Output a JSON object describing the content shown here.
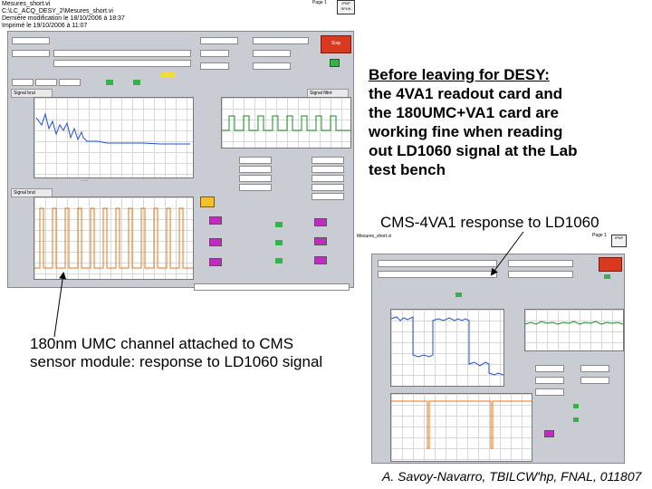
{
  "main_window": {
    "title": "Mesures_short.vi",
    "path": "C:\\LC_ACQ_DESY_2\\Mesures_short.vi",
    "modified": "Dernière modification le 18/10/2006 à 18:37",
    "printed": "Imprimé le 19/10/2006 à 11:07",
    "page": "Page 1",
    "stamp": "IPNP SPUN",
    "stop_button": "Stop",
    "chart1_title": "Signal brut",
    "chart2_title": "Signal filtré",
    "chart3_title": "Signal brut",
    "chart1_color": "#1f4fd8",
    "chart2_color": "#1b8a2a",
    "chart3_color": "#e8751a"
  },
  "secondary_window": {
    "title": "Mesures_short.vi",
    "page": "Page 1",
    "stamp": "IPNP",
    "chart1_color": "#1f4fd8",
    "chart2_color": "#1b8a2a",
    "chart3_color": "#e8751a"
  },
  "annotations": {
    "desy_heading": "Before leaving for DESY:",
    "desy_body": [
      "the 4VA1 readout card  and",
      "the 180UMC+VA1 card are",
      "working fine when reading",
      "out LD1060 signal at the Lab",
      "test bench"
    ],
    "cms_label": "CMS-4VA1 response to LD1060",
    "umc_label_line1": "180nm UMC channel attached to CMS",
    "umc_label_line2": "sensor module: response to LD1060 signal",
    "credit": "A. Savoy-Navarro,   TBILCW'hp, FNAL, 011807"
  }
}
